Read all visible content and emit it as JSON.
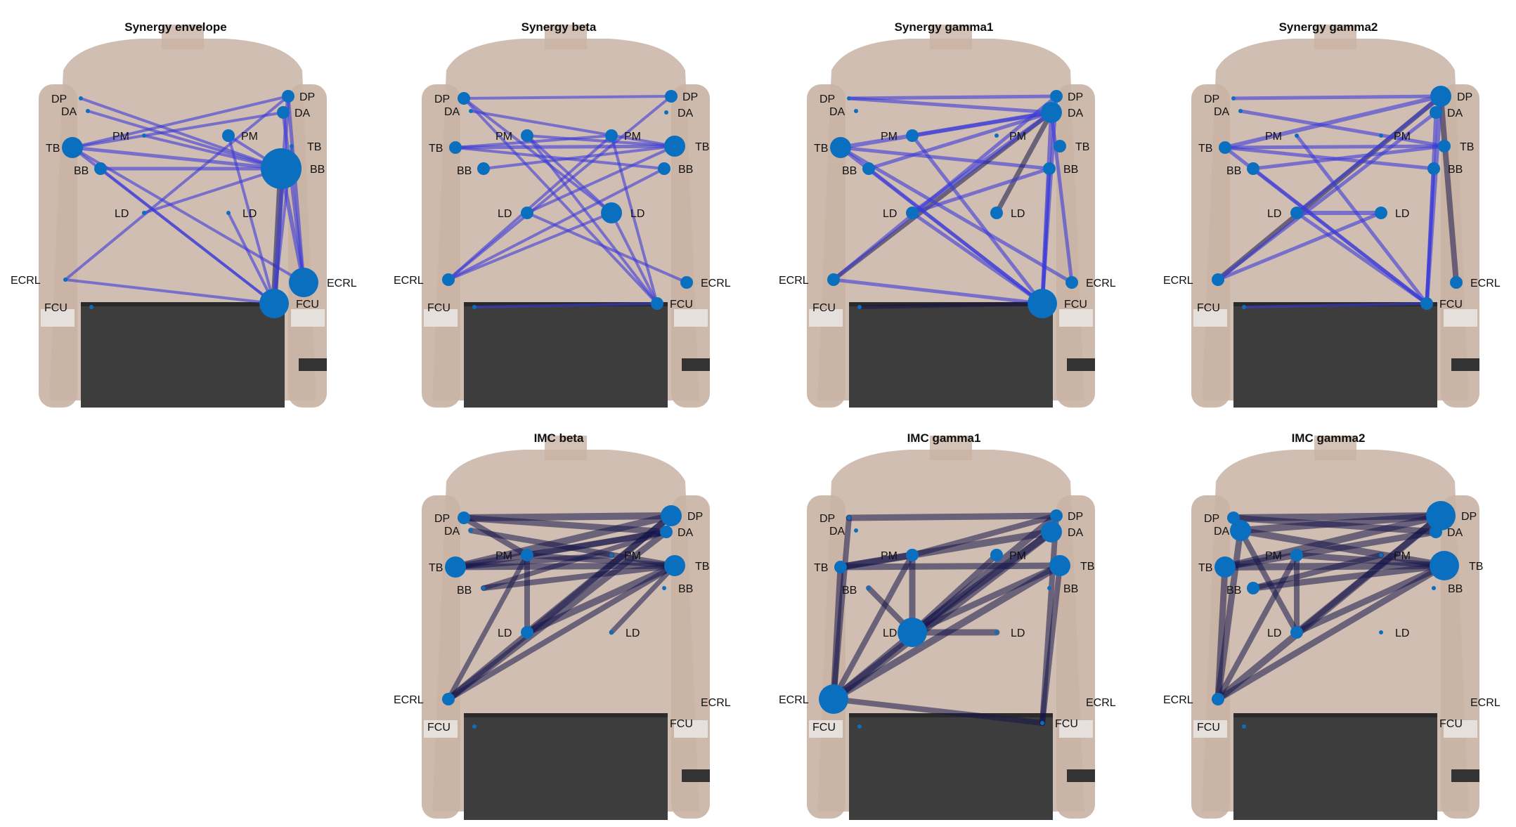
{
  "panels": [
    {
      "id": "synergy-envelope",
      "title": "Synergy envelope",
      "nodes": [
        {
          "label": "DP",
          "side": "L",
          "size": "tiny"
        },
        {
          "label": "DA",
          "side": "L",
          "size": "tiny"
        },
        {
          "label": "PM",
          "side": "L",
          "size": "tiny"
        },
        {
          "label": "TB",
          "side": "L",
          "size": "medium"
        },
        {
          "label": "BB",
          "side": "L",
          "size": "small"
        },
        {
          "label": "LD",
          "side": "L",
          "size": "tiny"
        },
        {
          "label": "ECRL",
          "side": "L",
          "size": "tiny"
        },
        {
          "label": "FCU",
          "side": "L",
          "size": "tiny"
        },
        {
          "label": "DP",
          "side": "R",
          "size": "small"
        },
        {
          "label": "DA",
          "side": "R",
          "size": "small"
        },
        {
          "label": "PM",
          "side": "R",
          "size": "small"
        },
        {
          "label": "TB",
          "side": "R",
          "size": "tiny"
        },
        {
          "label": "BB",
          "side": "R",
          "size": "xlarge"
        },
        {
          "label": "LD",
          "side": "R",
          "size": "tiny"
        },
        {
          "label": "ECRL",
          "side": "R",
          "size": "large"
        },
        {
          "label": "FCU",
          "side": "R",
          "size": "large"
        }
      ]
    },
    {
      "id": "synergy-beta",
      "title": "Synergy beta",
      "nodes": [
        {
          "label": "DP",
          "side": "L",
          "size": "small"
        },
        {
          "label": "DA",
          "side": "L",
          "size": "tiny"
        },
        {
          "label": "PM",
          "side": "L",
          "size": "small"
        },
        {
          "label": "TB",
          "side": "L",
          "size": "small"
        },
        {
          "label": "BB",
          "side": "L",
          "size": "small"
        },
        {
          "label": "LD",
          "side": "L",
          "size": "small"
        },
        {
          "label": "ECRL",
          "side": "L",
          "size": "small"
        },
        {
          "label": "FCU",
          "side": "L",
          "size": "tiny"
        },
        {
          "label": "DP",
          "side": "R",
          "size": "small"
        },
        {
          "label": "DA",
          "side": "R",
          "size": "tiny"
        },
        {
          "label": "PM",
          "side": "R",
          "size": "small"
        },
        {
          "label": "TB",
          "side": "R",
          "size": "medium"
        },
        {
          "label": "BB",
          "side": "R",
          "size": "small"
        },
        {
          "label": "LD",
          "side": "R",
          "size": "medium"
        },
        {
          "label": "ECRL",
          "side": "R",
          "size": "small"
        },
        {
          "label": "FCU",
          "side": "R",
          "size": "small"
        }
      ]
    },
    {
      "id": "synergy-gamma1",
      "title": "Synergy gamma1",
      "nodes": [
        {
          "label": "DP",
          "side": "L",
          "size": "tiny"
        },
        {
          "label": "DA",
          "side": "L",
          "size": "tiny"
        },
        {
          "label": "PM",
          "side": "L",
          "size": "small"
        },
        {
          "label": "TB",
          "side": "L",
          "size": "medium"
        },
        {
          "label": "BB",
          "side": "L",
          "size": "small"
        },
        {
          "label": "LD",
          "side": "L",
          "size": "small"
        },
        {
          "label": "ECRL",
          "side": "L",
          "size": "small"
        },
        {
          "label": "FCU",
          "side": "L",
          "size": "tiny"
        },
        {
          "label": "DP",
          "side": "R",
          "size": "small"
        },
        {
          "label": "DA",
          "side": "R",
          "size": "medium"
        },
        {
          "label": "PM",
          "side": "R",
          "size": "tiny"
        },
        {
          "label": "TB",
          "side": "R",
          "size": "small"
        },
        {
          "label": "BB",
          "side": "R",
          "size": "small"
        },
        {
          "label": "LD",
          "side": "R",
          "size": "small"
        },
        {
          "label": "ECRL",
          "side": "R",
          "size": "small"
        },
        {
          "label": "FCU",
          "side": "R",
          "size": "large"
        }
      ]
    },
    {
      "id": "synergy-gamma2",
      "title": "Synergy gamma2",
      "nodes": [
        {
          "label": "DP",
          "side": "L",
          "size": "tiny"
        },
        {
          "label": "DA",
          "side": "L",
          "size": "tiny"
        },
        {
          "label": "PM",
          "side": "L",
          "size": "tiny"
        },
        {
          "label": "TB",
          "side": "L",
          "size": "small"
        },
        {
          "label": "BB",
          "side": "L",
          "size": "small"
        },
        {
          "label": "LD",
          "side": "L",
          "size": "small"
        },
        {
          "label": "ECRL",
          "side": "L",
          "size": "small"
        },
        {
          "label": "FCU",
          "side": "L",
          "size": "tiny"
        },
        {
          "label": "DP",
          "side": "R",
          "size": "medium"
        },
        {
          "label": "DA",
          "side": "R",
          "size": "small"
        },
        {
          "label": "PM",
          "side": "R",
          "size": "tiny"
        },
        {
          "label": "TB",
          "side": "R",
          "size": "small"
        },
        {
          "label": "BB",
          "side": "R",
          "size": "small"
        },
        {
          "label": "LD",
          "side": "R",
          "size": "small"
        },
        {
          "label": "ECRL",
          "side": "R",
          "size": "small"
        },
        {
          "label": "FCU",
          "side": "R",
          "size": "small"
        }
      ]
    },
    {
      "id": "imc-beta",
      "title": "IMC beta",
      "nodes": [
        {
          "label": "DP",
          "side": "L",
          "size": "small"
        },
        {
          "label": "DA",
          "side": "L",
          "size": "tiny"
        },
        {
          "label": "PM",
          "side": "L",
          "size": "small"
        },
        {
          "label": "TB",
          "side": "L",
          "size": "medium"
        },
        {
          "label": "BB",
          "side": "L",
          "size": "tiny"
        },
        {
          "label": "LD",
          "side": "L",
          "size": "small"
        },
        {
          "label": "ECRL",
          "side": "L",
          "size": "small"
        },
        {
          "label": "FCU",
          "side": "L",
          "size": "tiny"
        },
        {
          "label": "DP",
          "side": "R",
          "size": "medium"
        },
        {
          "label": "DA",
          "side": "R",
          "size": "small"
        },
        {
          "label": "PM",
          "side": "R",
          "size": "tiny"
        },
        {
          "label": "TB",
          "side": "R",
          "size": "medium"
        },
        {
          "label": "BB",
          "side": "R",
          "size": "tiny"
        },
        {
          "label": "LD",
          "side": "R",
          "size": "tiny"
        },
        {
          "label": "ECRL",
          "side": "R",
          "size": "none"
        },
        {
          "label": "FCU",
          "side": "R",
          "size": "none"
        }
      ]
    },
    {
      "id": "imc-gamma1",
      "title": "IMC gamma1",
      "nodes": [
        {
          "label": "DP",
          "side": "L",
          "size": "tiny"
        },
        {
          "label": "DA",
          "side": "L",
          "size": "tiny"
        },
        {
          "label": "PM",
          "side": "L",
          "size": "small"
        },
        {
          "label": "TB",
          "side": "L",
          "size": "small"
        },
        {
          "label": "BB",
          "side": "L",
          "size": "tiny"
        },
        {
          "label": "LD",
          "side": "L",
          "size": "large"
        },
        {
          "label": "ECRL",
          "side": "L",
          "size": "large"
        },
        {
          "label": "FCU",
          "side": "L",
          "size": "tiny"
        },
        {
          "label": "DP",
          "side": "R",
          "size": "small"
        },
        {
          "label": "DA",
          "side": "R",
          "size": "medium"
        },
        {
          "label": "PM",
          "side": "R",
          "size": "small"
        },
        {
          "label": "TB",
          "side": "R",
          "size": "medium"
        },
        {
          "label": "BB",
          "side": "R",
          "size": "tiny"
        },
        {
          "label": "LD",
          "side": "R",
          "size": "tiny"
        },
        {
          "label": "ECRL",
          "side": "R",
          "size": "none"
        },
        {
          "label": "FCU",
          "side": "R",
          "size": "tiny"
        }
      ]
    },
    {
      "id": "imc-gamma2",
      "title": "IMC gamma2",
      "nodes": [
        {
          "label": "DP",
          "side": "L",
          "size": "small"
        },
        {
          "label": "DA",
          "side": "L",
          "size": "medium"
        },
        {
          "label": "PM",
          "side": "L",
          "size": "small"
        },
        {
          "label": "TB",
          "side": "L",
          "size": "medium"
        },
        {
          "label": "BB",
          "side": "L",
          "size": "small"
        },
        {
          "label": "LD",
          "side": "L",
          "size": "small"
        },
        {
          "label": "ECRL",
          "side": "L",
          "size": "small"
        },
        {
          "label": "FCU",
          "side": "L",
          "size": "tiny"
        },
        {
          "label": "DP",
          "side": "R",
          "size": "large"
        },
        {
          "label": "DA",
          "side": "R",
          "size": "small"
        },
        {
          "label": "PM",
          "side": "R",
          "size": "tiny"
        },
        {
          "label": "TB",
          "side": "R",
          "size": "large"
        },
        {
          "label": "BB",
          "side": "R",
          "size": "tiny"
        },
        {
          "label": "LD",
          "side": "R",
          "size": "tiny"
        },
        {
          "label": "ECRL",
          "side": "R",
          "size": "none"
        },
        {
          "label": "FCU",
          "side": "R",
          "size": "none"
        }
      ]
    }
  ],
  "colors": {
    "node": "#0b6fbf",
    "edge_light": "#3a3ad8",
    "edge_dark": "#15154a",
    "skin": "#c9b3a4",
    "pants": "#3d3d3d",
    "background": "#ffffff"
  }
}
